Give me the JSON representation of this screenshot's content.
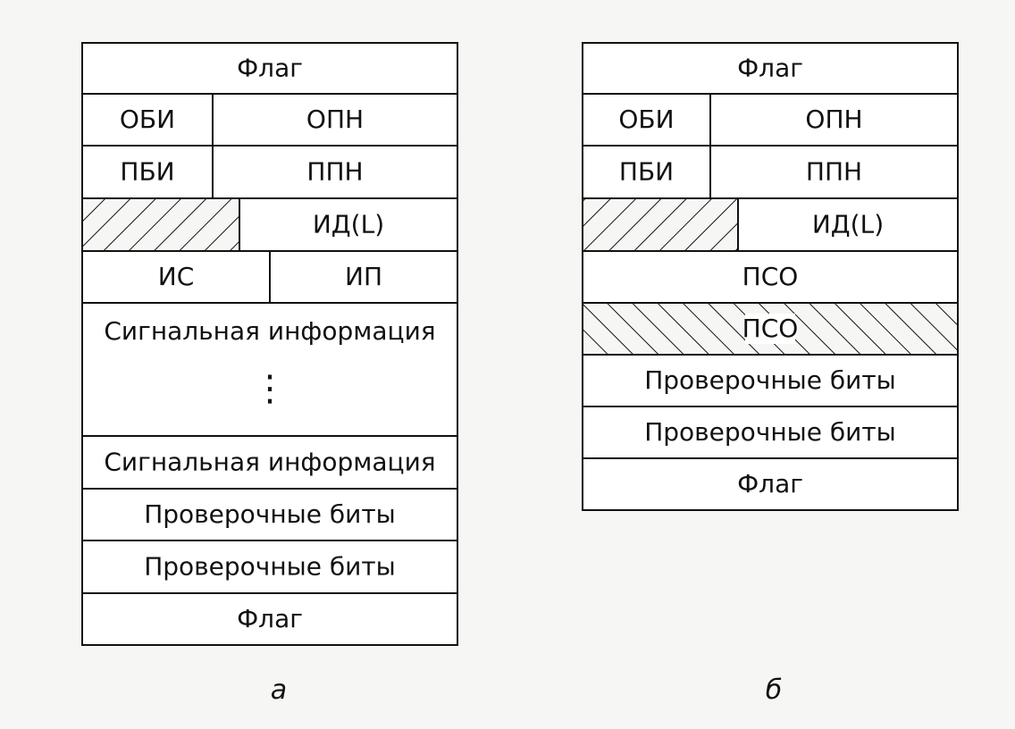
{
  "colors": {
    "line": "#111111",
    "paper": "#f6f6f4",
    "cell": "#ffffff"
  },
  "diagrams": [
    {
      "caption": "а",
      "rows": [
        {
          "cells": [
            {
              "text": "Флаг"
            }
          ]
        },
        {
          "cells": [
            {
              "text": "ОБИ"
            },
            {
              "text": "ОПН"
            }
          ]
        },
        {
          "cells": [
            {
              "text": "ПБИ"
            },
            {
              "text": "ППН"
            }
          ]
        },
        {
          "cells": [
            {
              "text": "",
              "fill": "hatch-forward"
            },
            {
              "text": "ИД(L)"
            }
          ]
        },
        {
          "cells": [
            {
              "text": "ИС"
            },
            {
              "text": "ИП"
            }
          ]
        },
        {
          "cells": [
            {
              "text": "Сигнальная информация",
              "ellipsis": "⋮"
            }
          ]
        },
        {
          "cells": [
            {
              "text": "Сигнальная информация"
            }
          ]
        },
        {
          "cells": [
            {
              "text": "Проверочные биты"
            }
          ]
        },
        {
          "cells": [
            {
              "text": "Проверочные биты"
            }
          ]
        },
        {
          "cells": [
            {
              "text": "Флаг"
            }
          ]
        }
      ]
    },
    {
      "caption": "б",
      "rows": [
        {
          "cells": [
            {
              "text": "Флаг"
            }
          ]
        },
        {
          "cells": [
            {
              "text": "ОБИ"
            },
            {
              "text": "ОПН"
            }
          ]
        },
        {
          "cells": [
            {
              "text": "ПБИ"
            },
            {
              "text": "ППН"
            }
          ]
        },
        {
          "cells": [
            {
              "text": "",
              "fill": "hatch-forward"
            },
            {
              "text": "ИД(L)"
            }
          ]
        },
        {
          "cells": [
            {
              "text": "ПСО"
            }
          ]
        },
        {
          "cells": [
            {
              "text": "ПСО",
              "fill": "hatch-back"
            }
          ]
        },
        {
          "cells": [
            {
              "text": "Проверочные биты"
            }
          ]
        },
        {
          "cells": [
            {
              "text": "Проверочные биты"
            }
          ]
        },
        {
          "cells": [
            {
              "text": "Флаг"
            }
          ]
        }
      ]
    }
  ]
}
